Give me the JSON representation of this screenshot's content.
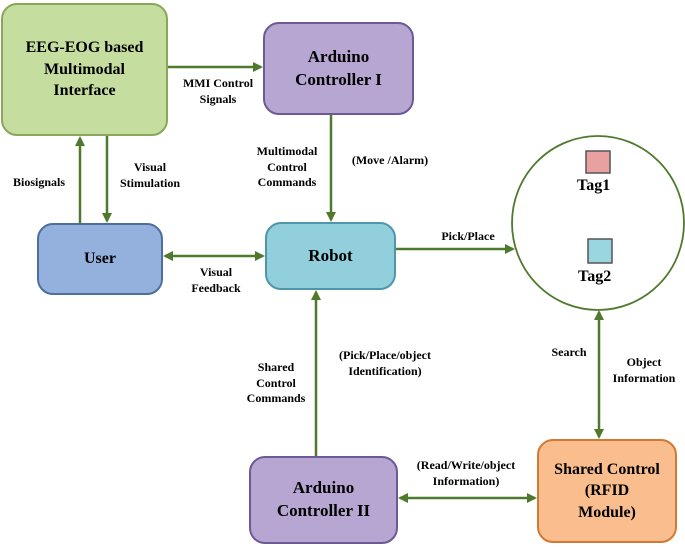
{
  "boxes": {
    "eeg": "EEG-EOG based\nMultimodal\nInterface",
    "arduino1": "Arduino\nController I",
    "user": "User",
    "robot": "Robot",
    "arduino2": "Arduino\nController II",
    "shared": "Shared Control\n(RFID\nModule)"
  },
  "labels": {
    "mmi": "MMI Control\nSignals",
    "biosignals": "Biosignals",
    "visual_stimulation": "Visual\nStimulation",
    "multimodal_commands": "Multimodal\nControl\nCommands",
    "move_alarm": "(Move /Alarm)",
    "visual_feedback": "Visual\nFeedback",
    "pick_place": "Pick/Place",
    "shared_commands": "Shared\nControl\nCommands",
    "pick_place_obj": "(Pick/Place/object\nIdentification)",
    "search": "Search",
    "object_info": "Object\nInformation",
    "read_write": "(Read/Write/object\nInformation)"
  },
  "tags": {
    "tag1": "Tag1",
    "tag2": "Tag2"
  },
  "colors": {
    "arrow": "#4f7a2e",
    "tag1_fill": "#e8a0a0",
    "tag2_fill": "#9ad6e0",
    "circle_stroke": "#4f7a2e"
  }
}
